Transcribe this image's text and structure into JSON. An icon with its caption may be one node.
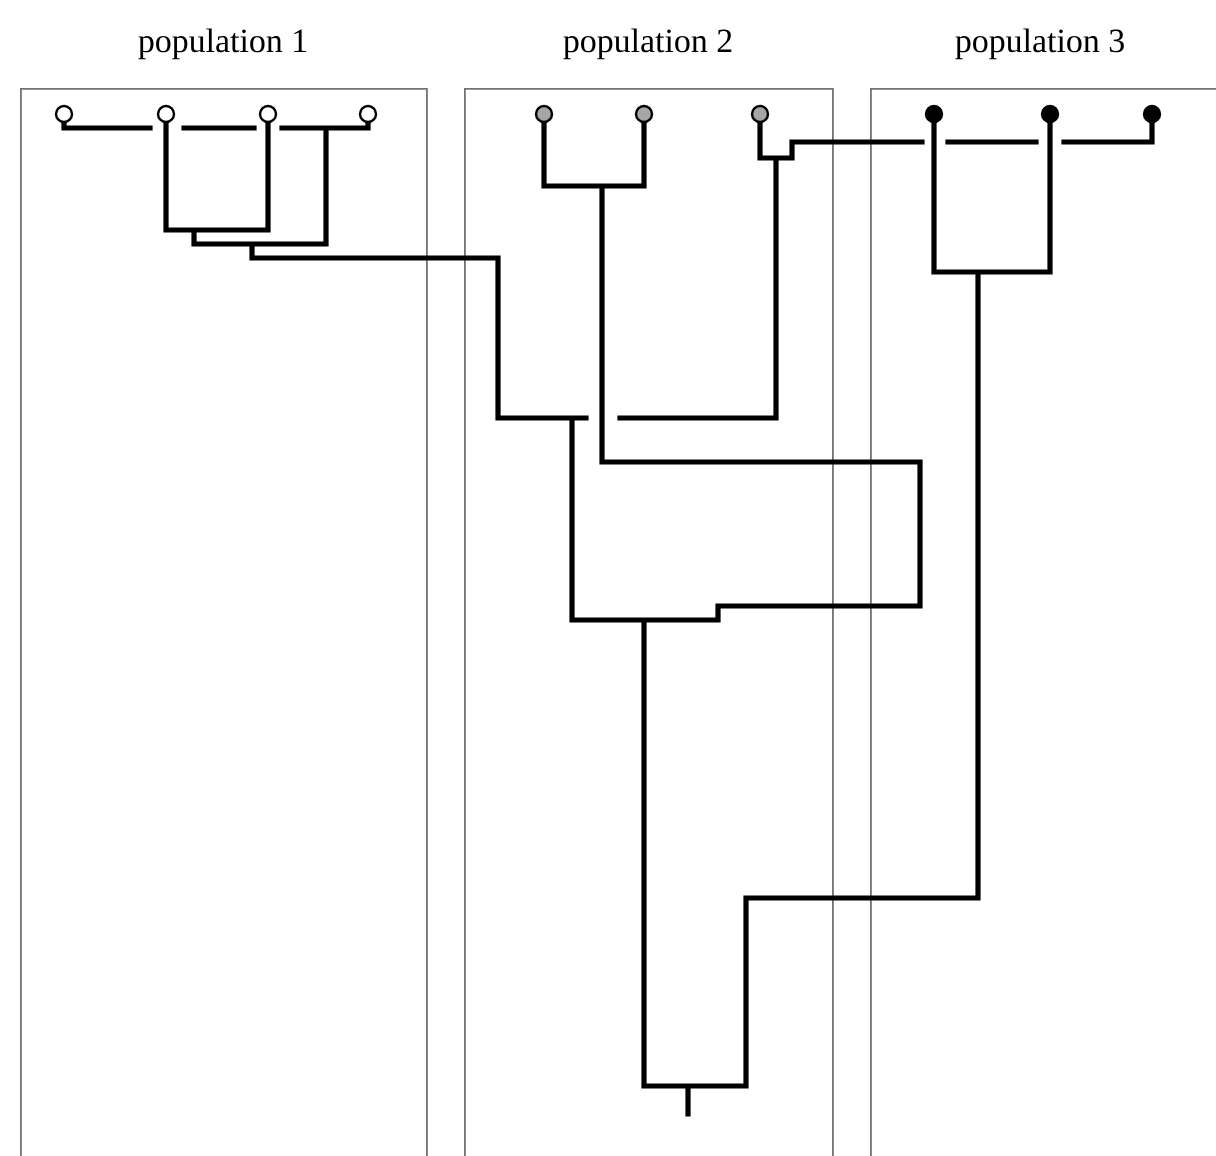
{
  "diagram": {
    "nodes": [
      {
        "text": [
          "population 1"
        ]
      },
      {
        "text": [
          "population 2"
        ]
      },
      {
        "text": [
          "population 3"
        ]
      },
      {
        "text": [],
        "shape": "circle",
        "in": 0
      },
      {
        "text": [],
        "shape": "circle",
        "in": 0
      },
      {
        "text": [],
        "shape": "circle",
        "in": 0
      },
      {
        "text": [],
        "shape": "circle",
        "in": 0
      },
      {
        "text": [],
        "shape": "circle",
        "in": 1
      },
      {
        "text": [],
        "shape": "circle",
        "in": 1
      },
      {
        "text": [],
        "shape": "circle",
        "in": 1
      },
      {
        "text": [],
        "shape": "circle",
        "in": 2
      },
      {
        "text": [],
        "shape": "circle",
        "in": 2
      },
      {
        "text": [],
        "shape": "circle",
        "in": 2
      }
    ]
  }
}
